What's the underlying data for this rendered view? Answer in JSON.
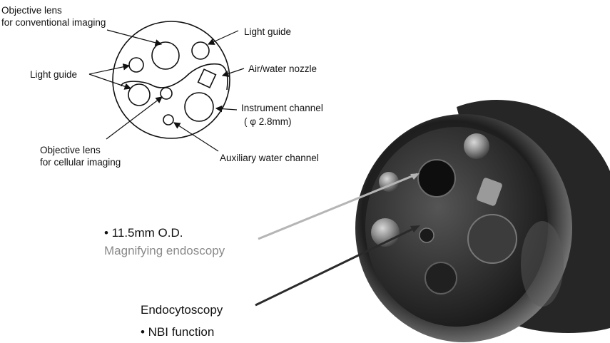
{
  "schematic": {
    "labels": {
      "objective_conventional_line1": "Objective lens",
      "objective_conventional_line2": "for conventional imaging",
      "light_guide_top": "Light guide",
      "light_guide_left": "Light guide",
      "air_water_nozzle": "Air/water nozzle",
      "instrument_channel_line1": "Instrument channel",
      "instrument_channel_line2": "( φ 2.8mm)",
      "objective_cellular_line1": "Objective lens",
      "objective_cellular_line2": "for cellular imaging",
      "auxiliary_water_channel": "Auxiliary water channel"
    }
  },
  "photo_annotations": {
    "outer_diameter": "• 11.5mm O.D.",
    "magnifying": "Magnifying endoscopy",
    "endocytoscopy": "Endocytoscopy",
    "nbi": "• NBI function"
  },
  "colors": {
    "line": "#111111",
    "grey_text": "#8a8a8a",
    "grey_arrow": "#b5b5b5",
    "dark_arrow": "#2a2a2a",
    "scope_body": "#2b2b2b"
  }
}
